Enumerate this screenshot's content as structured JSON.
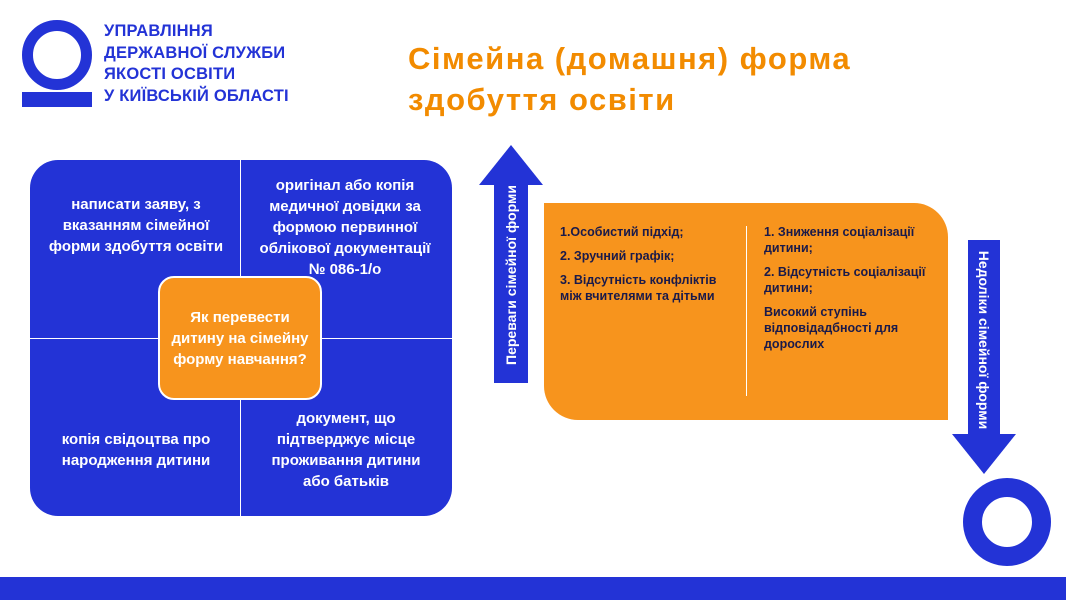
{
  "logo": {
    "lines": [
      "УПРАВЛІННЯ",
      "ДЕРЖАВНОЇ СЛУЖБИ",
      "ЯКОСТІ ОСВІТИ",
      "У КИЇВСЬКІЙ ОБЛАСТІ"
    ]
  },
  "title": "Сімейна (домашня) форма здобуття освіти",
  "quadrant": {
    "top_left": "написати заяву, з вказанням сімейної форми здобуття освіти",
    "top_right": "оригінал або копія медичної довідки за формою первинної облікової документації № 086-1/о",
    "bottom_left": "копія свідоцтва про народження дитини",
    "bottom_right": "документ, що підтверджує місце проживання дитини або батьків",
    "center": "Як перевести дитину на сімейну форму навчання?"
  },
  "advantages_label": "Переваги сімейної форми",
  "disadvantages_label": "Недоліки сімейної форми",
  "advantages": [
    "1.Особистий підхід;",
    "2. Зручний графік;",
    "3. Відсутність конфліктів між вчителями та дітьми"
  ],
  "disadvantages": [
    "1. Зниження соціалізації дитини;",
    "2. Відсутність соціалізації дитини;",
    "Високий ступінь відповідадбності для дорослих"
  ],
  "colors": {
    "blue": "#2333d6",
    "orange": "#f7941d",
    "title_orange": "#f28b00"
  }
}
